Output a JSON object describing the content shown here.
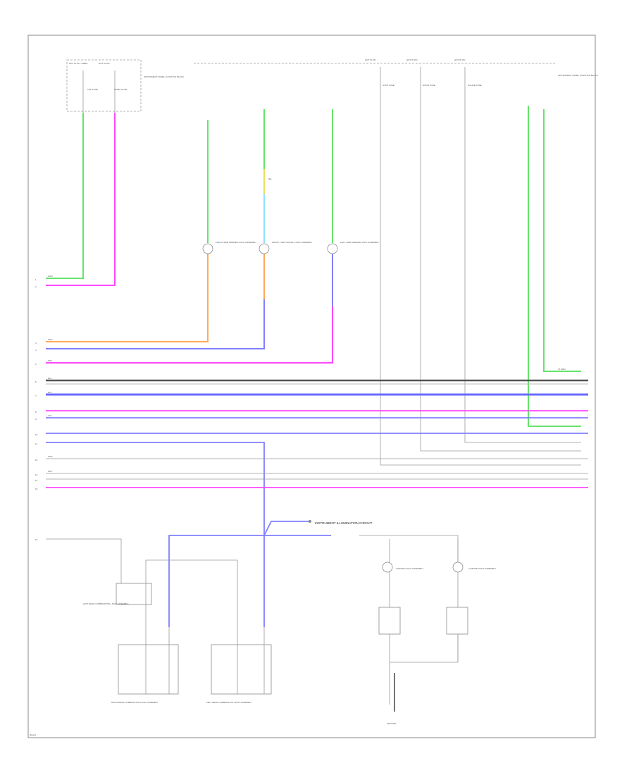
{
  "diagram": {
    "page_label": "[figure]",
    "caption": "INSTRUMENT ILLUMINATION CIRCUIT",
    "bottom_label": "GROUND",
    "colors": {
      "green": "#66e36a",
      "magenta": "#ff47ff",
      "orange": "#ffa95a",
      "blue": "#8080ff",
      "light_blue": "#8fe0ff",
      "yellow": "#e8e060",
      "gray": "#9a9a9a",
      "dark_gray": "#666666",
      "black": "#222222"
    },
    "legend_boxes": {
      "left_top": [
        "HOT AT ALL TIMES",
        "HOT IN ON"
      ],
      "right_top": [
        "HOT IN ON",
        "HOT IN ON",
        "HOT IN ON"
      ]
    },
    "component_labels": [
      "FRONT SIDE MARKER LIGHT ASSEMBLY",
      "FRONT TURN SIGNAL LIGHT ASSEMBLY",
      "LEFT SIDE MARKER LIGHT ASSEMBLY",
      "RIGHT REAR COMBINATION LIGHT ASSEMBLY",
      "LEFT REAR COMBINATION LIGHT ASSEMBLY",
      "LICENSE LIGHT ASSEMBLY",
      "LICENSE LIGHT ASSEMBLY",
      "INSTRUMENT PANEL JUNCTION BLOCK",
      "TAIL FUSE",
      "PANEL FUSE",
      "STOP FUSE",
      "DOOR FUSE",
      "GAUGE FUSE"
    ],
    "wire_labels": [
      "GRN",
      "PNK",
      "ORG",
      "BLU",
      "VIO",
      "WHT",
      "GRY",
      "BLK",
      "LT GRN",
      "YEL"
    ],
    "pin_numbers": [
      "1",
      "2",
      "3",
      "4",
      "5",
      "6",
      "7",
      "8",
      "9",
      "10",
      "11",
      "12",
      "13",
      "14",
      "15",
      "16"
    ]
  }
}
